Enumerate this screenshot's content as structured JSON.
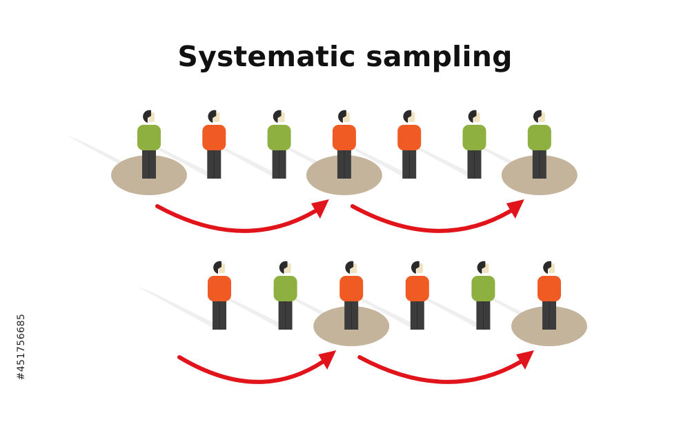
{
  "title": "Systematic sampling",
  "stock_id": "#451756685",
  "colors": {
    "green": "#8db040",
    "orange": "#f05a23",
    "legs": "#3c3c3c",
    "hair": "#2a2a2a",
    "skin": "#efe3c2",
    "highlight": "#c4b49b",
    "arrow": "#e1141b",
    "shadow": "#ececec"
  },
  "rows": [
    {
      "name": "row-1",
      "people": [
        {
          "color": "green",
          "selected": true
        },
        {
          "color": "orange",
          "selected": false
        },
        {
          "color": "green",
          "selected": false
        },
        {
          "color": "orange",
          "selected": true
        },
        {
          "color": "orange",
          "selected": false
        },
        {
          "color": "green",
          "selected": false
        },
        {
          "color": "green",
          "selected": true
        }
      ]
    },
    {
      "name": "row-2",
      "people": [
        {
          "color": "orange",
          "selected": false
        },
        {
          "color": "green",
          "selected": false
        },
        {
          "color": "orange",
          "selected": true
        },
        {
          "color": "orange",
          "selected": false
        },
        {
          "color": "green",
          "selected": false
        },
        {
          "color": "orange",
          "selected": true
        }
      ]
    }
  ],
  "arrows": [
    {
      "row": 0,
      "from_person": 0,
      "to_person": 3
    },
    {
      "row": 0,
      "from_person": 3,
      "to_person": 6
    },
    {
      "row": 1,
      "from_person": -1,
      "to_person": 2
    },
    {
      "row": 1,
      "from_person": 2,
      "to_person": 5
    }
  ]
}
